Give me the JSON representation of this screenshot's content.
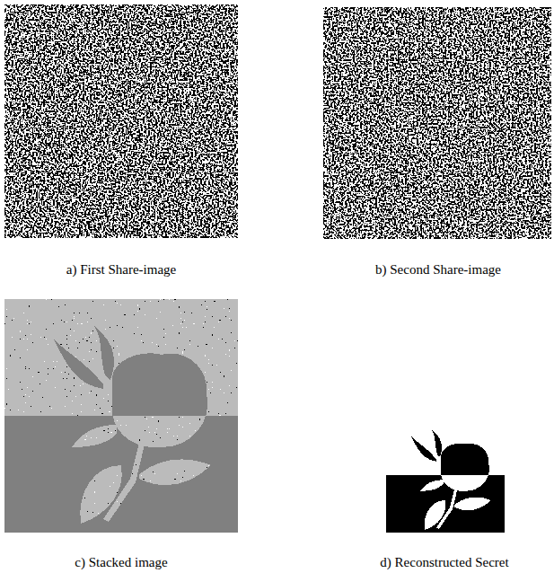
{
  "diagram": {
    "labels": [
      "a) First Share-image",
      "b) Second Share-image",
      "c) Stacked image",
      "d) Reconstructed Secret"
    ]
  }
}
